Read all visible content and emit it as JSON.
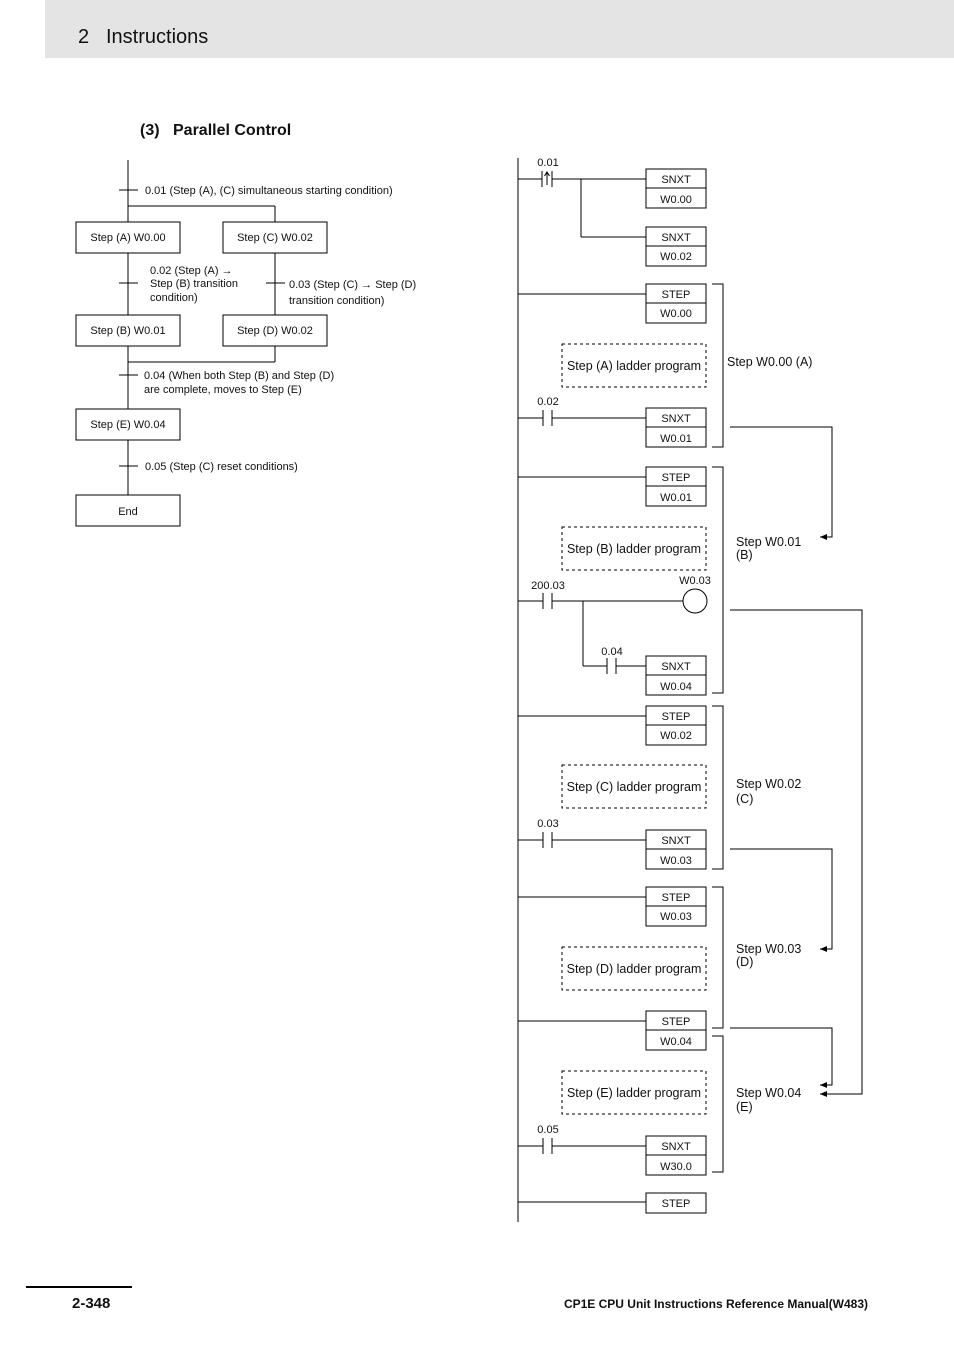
{
  "header": {
    "chapter_number": "2",
    "chapter_title": "Instructions"
  },
  "section": {
    "number": "(3)",
    "title": "Parallel Control"
  },
  "flowchart": {
    "cond_start": "0.01 (Step (A), (C) simultaneous starting condition)",
    "step_a": "Step (A) W0.00",
    "step_c": "Step (C) W0.02",
    "cond_a_b_1": "0.02 (Step (A) →",
    "cond_a_b_2": "Step (B) transition",
    "cond_a_b_3": "condition)",
    "cond_c_d_1": "0.03 (Step (C) → Step (D)",
    "cond_c_d_2": "transition condition)",
    "step_b": "Step (B) W0.01",
    "step_d": "Step (D) W0.02",
    "cond_join_1": "0.04 (When both Step (B) and Step (D)",
    "cond_join_2": "are complete, moves to Step (E)",
    "step_e": "Step (E) W0.04",
    "cond_reset": "0.05 (Step (C) reset conditions)",
    "end": "End"
  },
  "ladder": {
    "contacts": {
      "c001": "0.01",
      "c002": "0.02",
      "c20003": "200.03",
      "c004": "0.04",
      "c003": "0.03",
      "c005": "0.05"
    },
    "coil_w003": "W0.03",
    "instr": {
      "snxt": "SNXT",
      "step": "STEP"
    },
    "operands": {
      "o1": "W0.00",
      "o2": "W0.02",
      "o3": "W0.00",
      "o4": "W0.01",
      "o5": "W0.01",
      "o6": "W0.04",
      "o7": "W0.02",
      "o8": "W0.03",
      "o9": "W0.03",
      "o10": "W0.04",
      "o11": "W30.0"
    },
    "programs": {
      "a": "Step (A) ladder program",
      "b": "Step (B) ladder program",
      "c": "Step (C) ladder program",
      "d": "Step (D) ladder program",
      "e": "Step (E) ladder program"
    },
    "brackets": {
      "a": "Step W0.00 (A)",
      "b1": "Step W0.01",
      "b2": "(B)",
      "c1": "Step W0.02",
      "c2": "(C)",
      "d1": "Step W0.03",
      "d2": "(D)",
      "e1": "Step W0.04",
      "e2": "(E)"
    }
  },
  "footer": {
    "page_number": "2-348",
    "manual_title": "CP1E CPU Unit Instructions Reference Manual(W483)"
  }
}
